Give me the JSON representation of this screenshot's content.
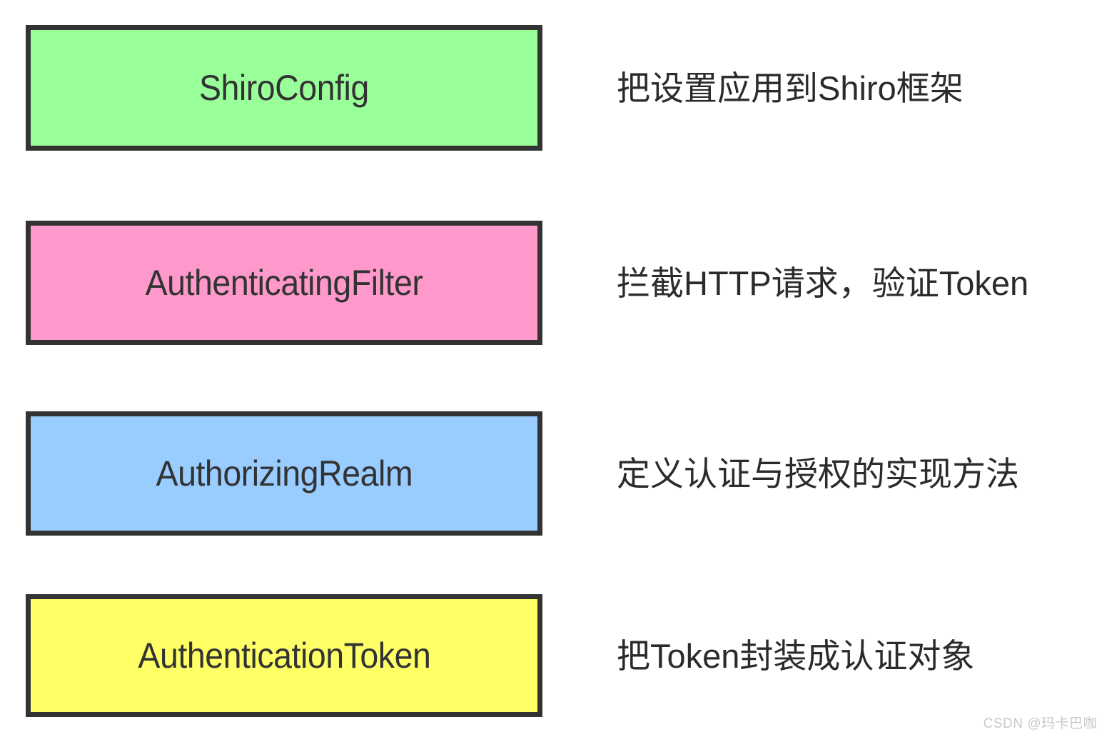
{
  "diagram": {
    "type": "labelled-box-list",
    "background_color": "#ffffff",
    "border_color": "#333333",
    "rows": [
      {
        "box_label": "ShiroConfig",
        "description": "把设置应用到Shiro框架",
        "fill_color": "#99ff99"
      },
      {
        "box_label": "AuthenticatingFilter",
        "description": "拦截HTTP请求，验证Token",
        "fill_color": "#ff99cc"
      },
      {
        "box_label": "AuthorizingRealm",
        "description": "定义认证与授权的实现方法",
        "fill_color": "#99ccff"
      },
      {
        "box_label": "AuthenticationToken",
        "description": "把Token封装成认证对象",
        "fill_color": "#ffff66"
      }
    ]
  },
  "watermark": {
    "text": "CSDN @玛卡巴咖",
    "color": "#c8c8c8"
  }
}
